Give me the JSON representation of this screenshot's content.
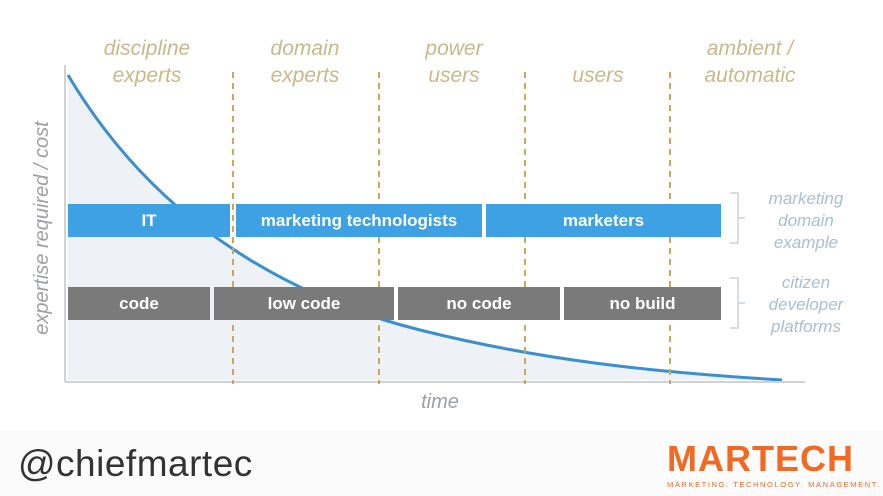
{
  "phases": [
    {
      "line1": "discipline",
      "line2": "experts"
    },
    {
      "line1": "domain",
      "line2": "experts"
    },
    {
      "line1": "power",
      "line2": "users"
    },
    {
      "line1": "",
      "line2": "users"
    },
    {
      "line1": "ambient /",
      "line2": "automatic"
    }
  ],
  "axes": {
    "ylabel": "expertise required / cost",
    "xlabel": "time"
  },
  "marketing_row": {
    "segments": [
      "IT",
      "marketing technologists",
      "marketers"
    ],
    "side_label": [
      "marketing",
      "domain",
      "example"
    ]
  },
  "citizen_row": {
    "segments": [
      "code",
      "low code",
      "no code",
      "no build"
    ],
    "side_label": [
      "citizen",
      "developer",
      "platforms"
    ]
  },
  "footer": {
    "handle": "@chiefmartec",
    "logo_text": "MARTECH",
    "logo_tagline": "MARKETING. TECHNOLOGY. MANAGEMENT."
  },
  "colors": {
    "phase_text": "#c9b98a",
    "curve": "#3a8fd0",
    "bar_blue": "#3ea1e4",
    "bar_grey": "#7a7a7a",
    "side_text": "#a8bfd3",
    "logo": "#f26a21"
  }
}
